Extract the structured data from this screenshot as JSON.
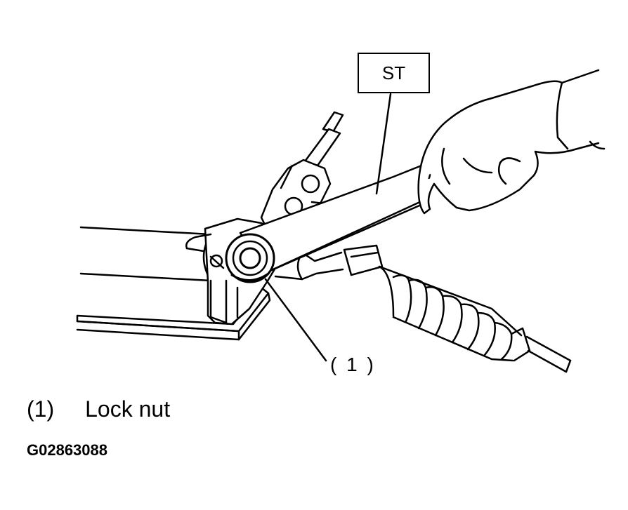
{
  "tool_label": "ST",
  "callout": "( 1 )",
  "legend": {
    "number": "(1)",
    "text": "Lock nut"
  },
  "figure_id": "G02863088"
}
